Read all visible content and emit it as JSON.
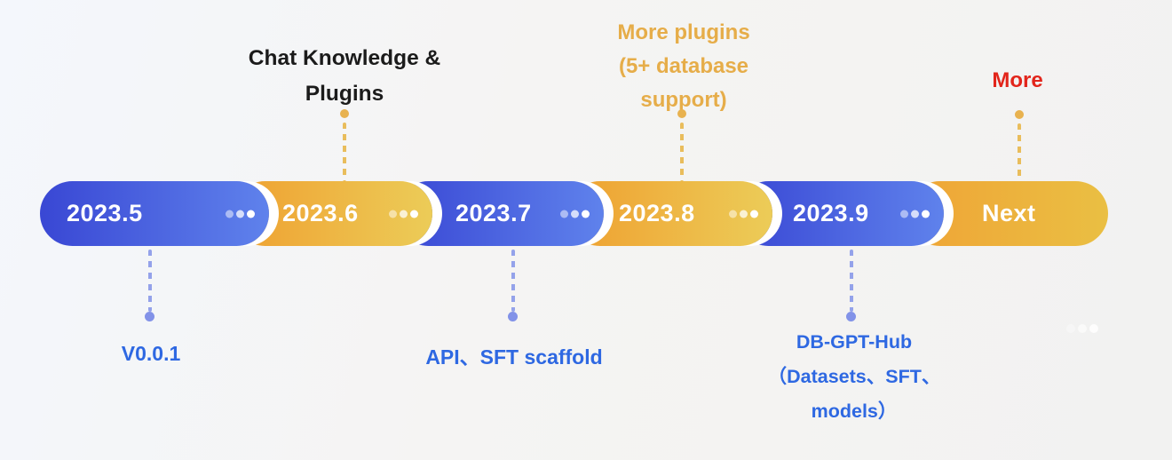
{
  "timeline": {
    "segments": [
      {
        "label": "2023.5",
        "color_theme": "blue",
        "has_ellipsis": true
      },
      {
        "label": "2023.6",
        "color_theme": "gold",
        "has_ellipsis": true
      },
      {
        "label": "2023.7",
        "color_theme": "blue",
        "has_ellipsis": true
      },
      {
        "label": "2023.8",
        "color_theme": "gold",
        "has_ellipsis": true
      },
      {
        "label": "2023.9",
        "color_theme": "blue",
        "has_ellipsis": true
      },
      {
        "label": "Next",
        "color_theme": "gold",
        "has_ellipsis": false
      }
    ]
  },
  "callouts_top": {
    "chat_knowledge": {
      "lines": [
        "Chat Knowledge &",
        "Plugins"
      ],
      "color": "#1b1b1b",
      "points_to": "2023.6"
    },
    "more_plugins": {
      "lines": [
        "More plugins",
        "(5+ database",
        "support)"
      ],
      "color": "#e6ad49",
      "points_to": "2023.8"
    },
    "more": {
      "lines": [
        "More"
      ],
      "color": "#e2251b",
      "points_to": "Next"
    }
  },
  "callouts_bottom": {
    "v001": {
      "lines": [
        "V0.0.1"
      ],
      "color": "#2e68e2",
      "points_to": "2023.5"
    },
    "api_sft": {
      "lines": [
        "API、SFT scaffold"
      ],
      "color": "#2e68e2",
      "points_to": "2023.7"
    },
    "dbgpt_hub": {
      "lines": [
        "DB-GPT-Hub",
        "（Datasets、SFT、",
        "models）"
      ],
      "color": "#2e68e2",
      "points_to": "2023.9"
    }
  },
  "colors": {
    "blue_pill_start": "#3947d4",
    "blue_pill_end": "#5f82ec",
    "gold_pill_start": "#efa030",
    "gold_pill_end": "#eccc58",
    "connector_gold": "#e9bd5c",
    "connector_blue": "#94a2ea",
    "pill_ring": "#ffffff"
  }
}
